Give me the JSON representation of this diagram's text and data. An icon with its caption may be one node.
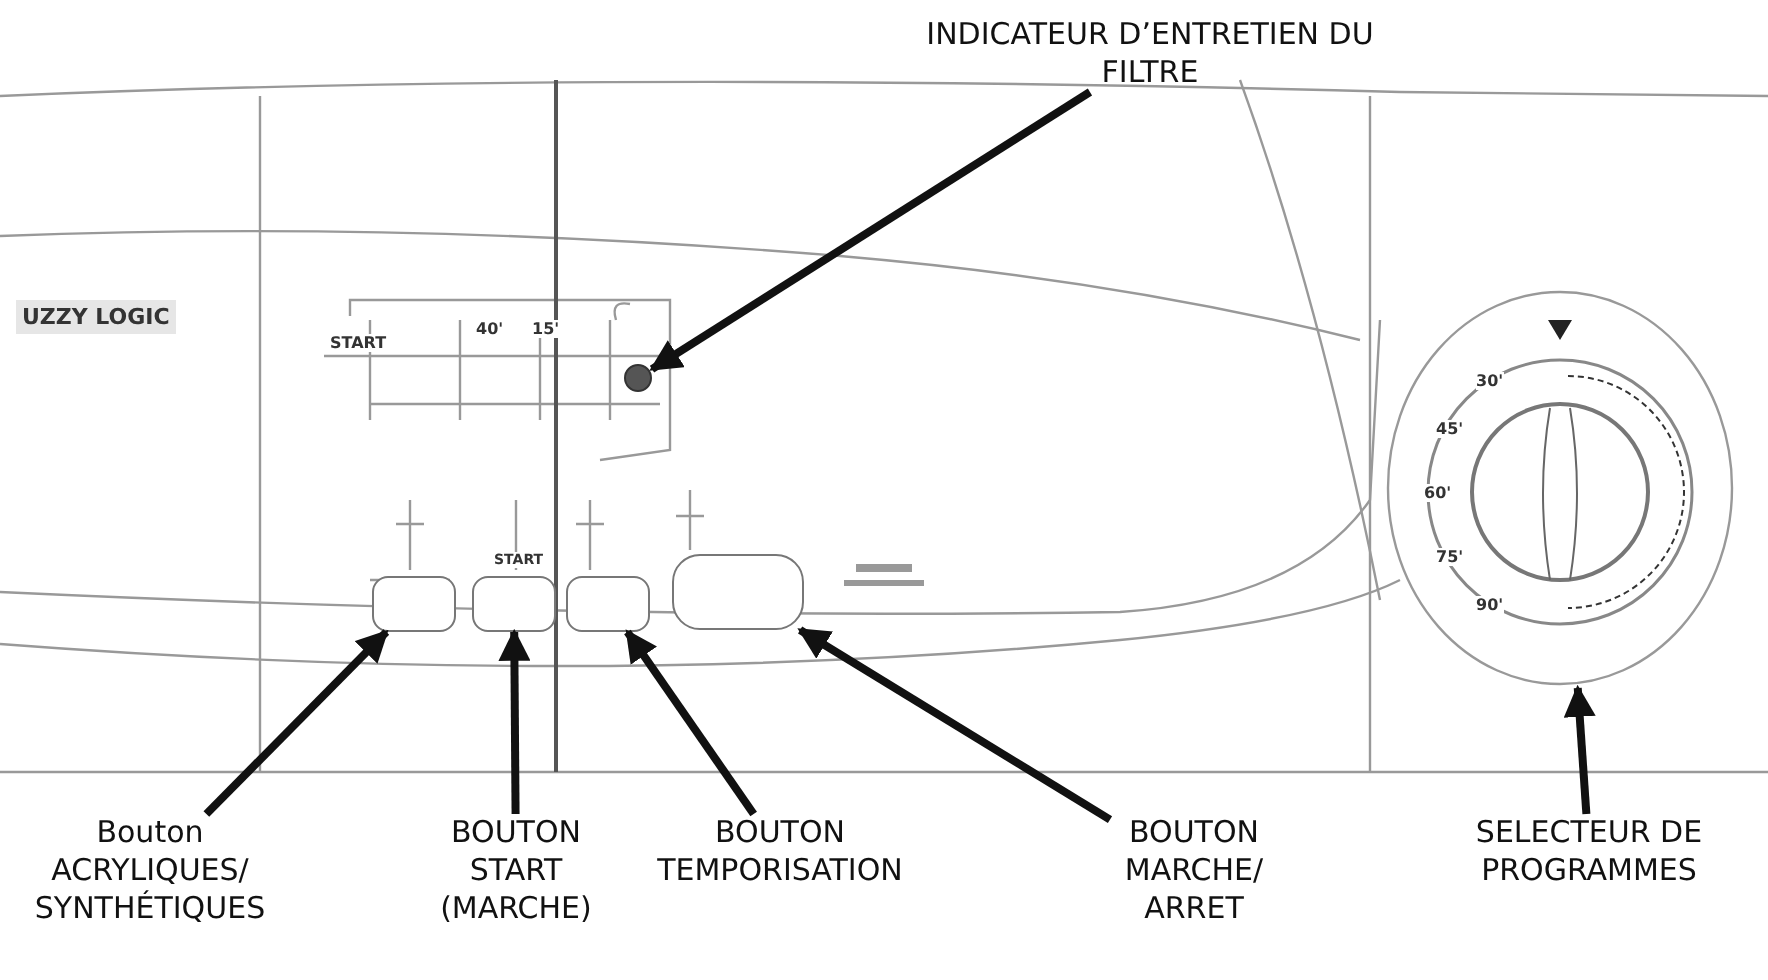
{
  "diagram": {
    "nodes": [
      {
        "text": [
          "INDICATEUR D’ENTRETIEN DU FILTRE"
        ]
      },
      {
        "text": [],
        "shape": "circle"
      },
      {
        "text": [
          "Bouton ACRYLIQUES/ SYNTHÉTIQUES"
        ]
      },
      {
        "text": [],
        "shape": "box"
      },
      {
        "text": [
          "BOUTON START (MARCHE)"
        ]
      },
      {
        "text": [],
        "shape": "box"
      },
      {
        "text": [
          "BOUTON TEMPORISATION"
        ]
      },
      {
        "text": [],
        "shape": "box"
      },
      {
        "text": [
          "BOUTON MARCHE/ ARRET"
        ]
      },
      {
        "text": [],
        "shape": "box"
      },
      {
        "text": [
          "SELECTEUR DE PROGRAMMES"
        ]
      },
      {
        "text": [],
        "shape": "circle"
      }
    ],
    "edges": [
      {
        "from": 0,
        "to": 1,
        "arrow": "to"
      },
      {
        "from": 2,
        "to": 3,
        "arrow": "to"
      },
      {
        "from": 4,
        "to": 5,
        "arrow": "to"
      },
      {
        "from": 6,
        "to": 7,
        "arrow": "to"
      },
      {
        "from": 8,
        "to": 9,
        "arrow": "to"
      },
      {
        "from": 10,
        "to": 11,
        "arrow": "to"
      }
    ],
    "labels": [
      "UZZY LOGIC",
      "START",
      "40'",
      "15'",
      "START",
      "30'",
      "45'",
      "60'",
      "75'",
      "90'"
    ]
  }
}
